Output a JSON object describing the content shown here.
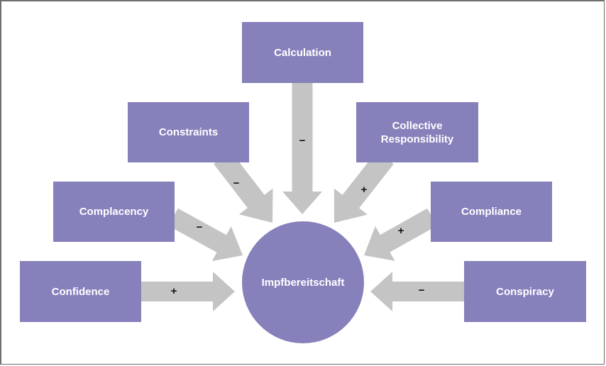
{
  "diagram": {
    "center": {
      "label": "Impfbereitschaft"
    },
    "factors": [
      {
        "id": "calculation",
        "label": "Calculation",
        "effect": "−"
      },
      {
        "id": "constraints",
        "label": "Constraints",
        "effect": "−"
      },
      {
        "id": "collective-responsibility",
        "label": "Collective Responsibility",
        "effect": "+"
      },
      {
        "id": "complacency",
        "label": "Complacency",
        "effect": "−"
      },
      {
        "id": "compliance",
        "label": "Compliance",
        "effect": "+"
      },
      {
        "id": "confidence",
        "label": "Confidence",
        "effect": "+"
      },
      {
        "id": "conspiracy",
        "label": "Conspiracy",
        "effect": "−"
      }
    ],
    "colors": {
      "node": "#8680bb",
      "arrow": "#c4c4c4",
      "text": "#ffffff",
      "sign": "#111111"
    }
  }
}
